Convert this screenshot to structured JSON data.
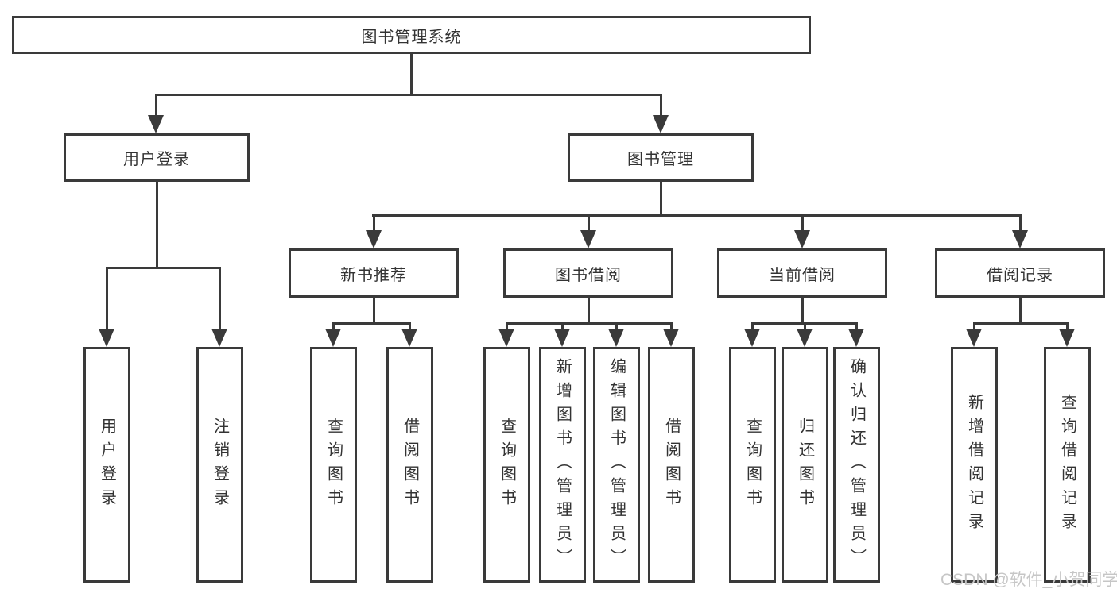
{
  "tree": {
    "root": "图书管理系统",
    "level2": [
      "用户登录",
      "图书管理"
    ],
    "level3": [
      "新书推荐",
      "图书借阅",
      "当前借阅",
      "借阅记录"
    ],
    "leaves_user_login": [
      "用户登录",
      "注销登录"
    ],
    "leaves_new_book": [
      "查询图书",
      "借阅图书"
    ],
    "leaves_book_borrow": [
      "查询图书",
      "新增图书（管理员）",
      "编辑图书（管理员）",
      "借阅图书"
    ],
    "leaves_current_borrow": [
      "查询图书",
      "归还图书",
      "确认归还（管理员）"
    ],
    "leaves_borrow_record": [
      "新增借阅记录",
      "查询借阅记录"
    ]
  },
  "watermark": "CSDN @软件_小贺同学",
  "colors": {
    "line": "#3a3a3a",
    "text": "#333333",
    "watermark": "#c6c6c6"
  }
}
